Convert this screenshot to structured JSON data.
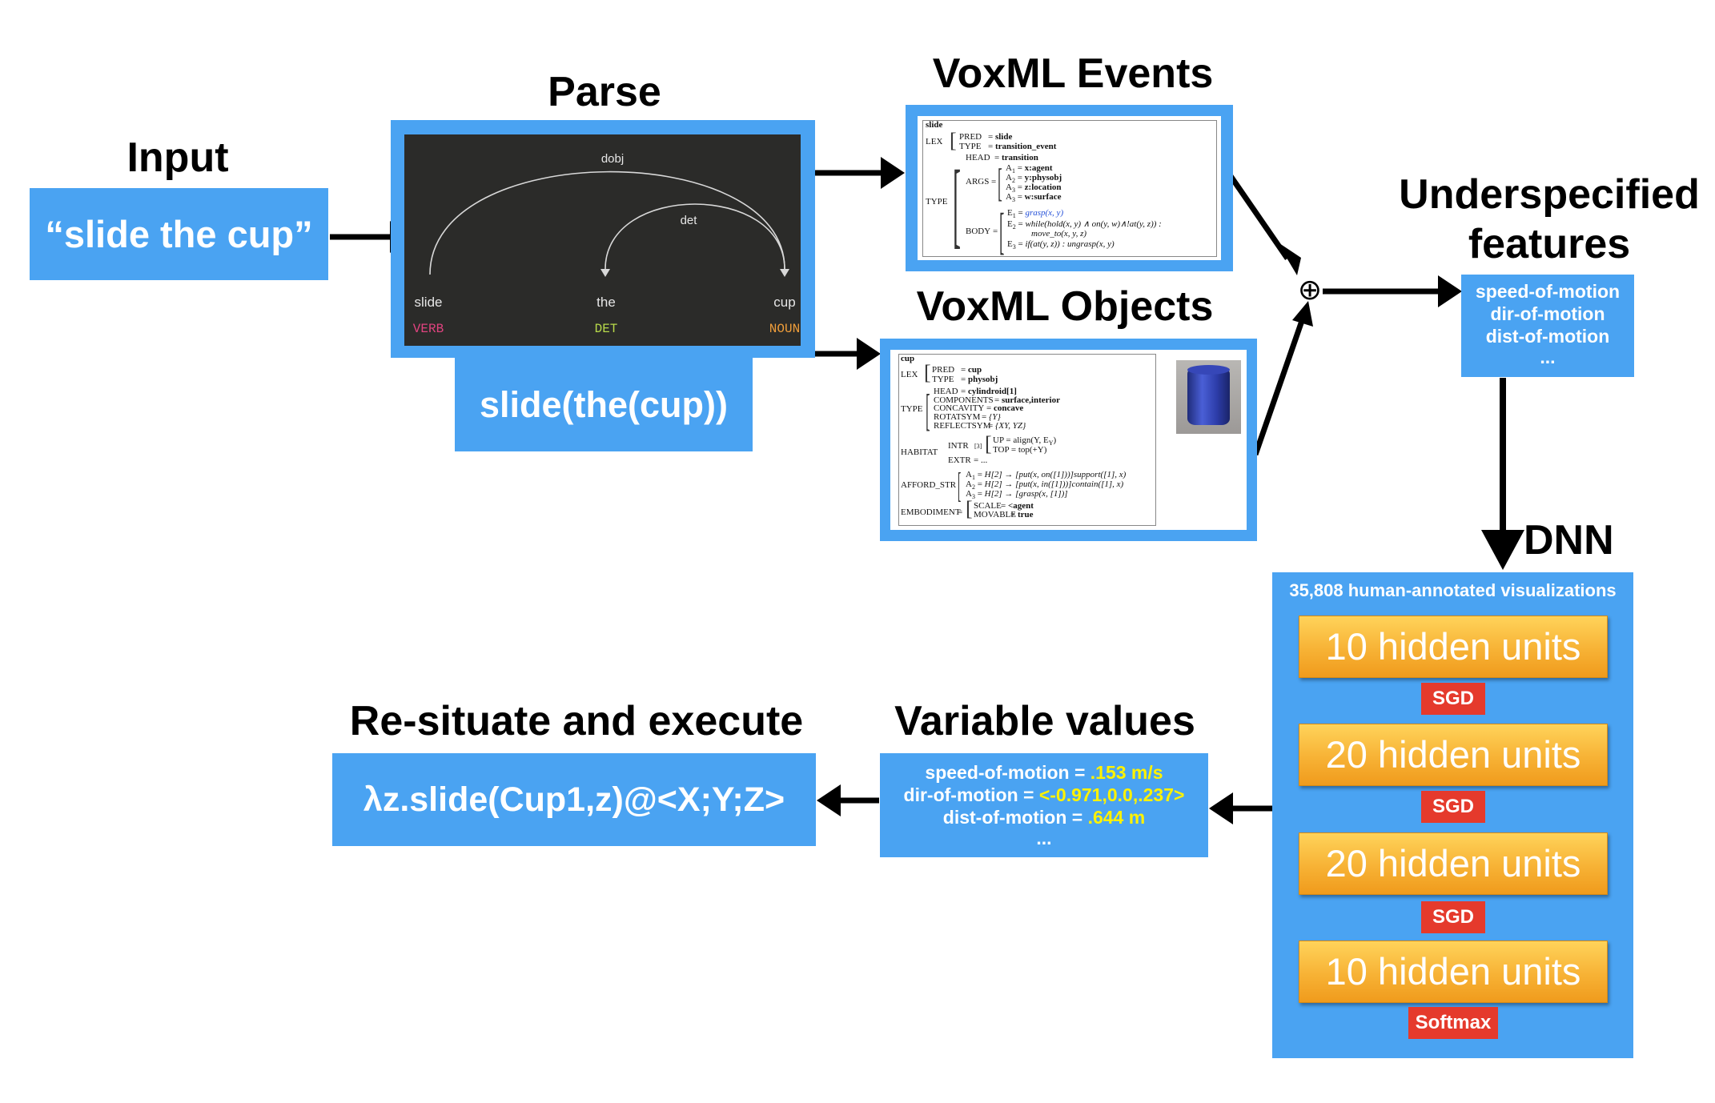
{
  "colors": {
    "box_blue": "#4aa3f2",
    "parse_bg": "#2b2b29",
    "unit_orange": "#f7b235",
    "op_red": "#e53a2c",
    "yellow_value": "#fff200"
  },
  "input": {
    "title": "Input",
    "text": "“slide the cup”"
  },
  "parse": {
    "title": "Parse",
    "arcs": {
      "dobj": "dobj",
      "det": "det"
    },
    "tokens": [
      {
        "word": "slide",
        "pos": "VERB"
      },
      {
        "word": "the",
        "pos": "DET"
      },
      {
        "word": "cup",
        "pos": "NOUN"
      }
    ],
    "logical_form": "slide(the(cup))"
  },
  "voxml_events": {
    "title": "VoxML Events",
    "head": "slide",
    "lex_label": "LEX",
    "pred_label": "PRED",
    "pred_value": "slide",
    "type_label": "TYPE",
    "type_value": "transition_event",
    "head_label": "HEAD",
    "head_value": "transition",
    "args_label": "ARGS",
    "args": [
      {
        "k": "A",
        "s": "1",
        "v": "x:agent"
      },
      {
        "k": "A",
        "s": "2",
        "v": "y:physobj"
      },
      {
        "k": "A",
        "s": "3",
        "v": "z:location"
      },
      {
        "k": "A",
        "s": "3",
        "v": "w:surface"
      }
    ],
    "body_label": "BODY",
    "body": [
      {
        "k": "E",
        "s": "1",
        "v": "grasp(x, y)"
      },
      {
        "k": "E",
        "s": "2",
        "v": "while(hold(x, y) ∧ on(y, w)∧!at(y, z)) :"
      },
      {
        "k": "",
        "s": "",
        "v": "move_to(x, y, z)"
      },
      {
        "k": "E",
        "s": "3",
        "v": "if(at(y, z)) : ungrasp(x, y)"
      }
    ]
  },
  "voxml_objects": {
    "title": "VoxML Objects",
    "head": "cup",
    "lex_label": "LEX",
    "pred_label": "PRED",
    "pred_value": "cup",
    "type_label": "TYPE",
    "type_value": "physobj",
    "type2_label": "TYPE",
    "head_label": "HEAD",
    "head_value": "cylindroid[1]",
    "components_label": "COMPONENTS",
    "components_value": "surface,interior",
    "concavity_label": "CONCAVITY",
    "concavity_value": "concave",
    "rotatsym_label": "ROTATSYM",
    "rotatsym_value": "{Y}",
    "reflectsym_label": "REFLECTSYM",
    "reflectsym_value": "{XY, YZ}",
    "habitat_label": "HABITAT",
    "intr_label": "INTR",
    "intr_index": "[3]",
    "up_value": "UP = align(Y, E",
    "up_sub": "Y",
    "top_value": "TOP = top(+Y)",
    "extr_label": "EXTR",
    "extr_value": "...",
    "afford_label": "AFFORD_STR",
    "afford": [
      {
        "k": "A",
        "s": "1",
        "v": "H[2] → [put(x, on([1]))]support([1], x)"
      },
      {
        "k": "A",
        "s": "2",
        "v": "H[2] → [put(x, in([1]))]contain([1], x)"
      },
      {
        "k": "A",
        "s": "3",
        "v": "H[2] → [grasp(x, [1])]"
      }
    ],
    "embodiment_label": "EMBODIMENT",
    "scale_label": "SCALE",
    "scale_value": "<agent",
    "movable_label": "MOVABLE",
    "movable_value": "true"
  },
  "combine_symbol": "⊕",
  "underspecified": {
    "title_line1": "Underspecified",
    "title_line2": "features",
    "features": [
      "speed-of-motion",
      "dir-of-motion",
      "dist-of-motion",
      "..."
    ]
  },
  "dnn": {
    "title": "DNN",
    "caption": "35,808 human-annotated visualizations",
    "layers": [
      {
        "label": "10 hidden units",
        "op": "SGD"
      },
      {
        "label": "20 hidden units",
        "op": "SGD"
      },
      {
        "label": "20 hidden units",
        "op": "SGD"
      },
      {
        "label": "10 hidden units",
        "op": "Softmax"
      }
    ]
  },
  "variable_values": {
    "title": "Variable values",
    "rows": [
      {
        "name": "speed-of-motion = ",
        "value": ".153 m/s"
      },
      {
        "name": "dir-of-motion = ",
        "value": "<-0.971,0.0,.237>"
      },
      {
        "name": "dist-of-motion = ",
        "value": ".644 m"
      },
      {
        "name": "...",
        "value": ""
      }
    ]
  },
  "execute": {
    "title": "Re-situate and execute",
    "text": "λz.slide(Cup1,z)@<X;Y;Z>"
  }
}
